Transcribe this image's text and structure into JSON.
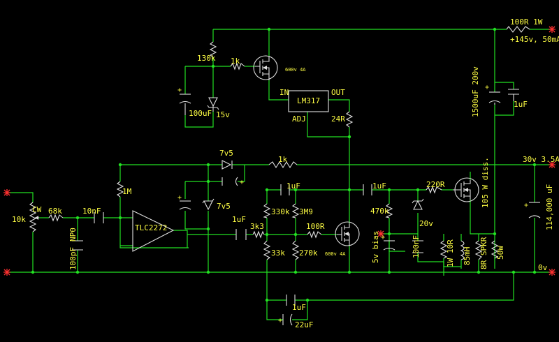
{
  "supply": {
    "hv_resistor": "100R 1W",
    "hv_rail": "+145v, 50mA",
    "lv_rail": "30v 3.5A",
    "ground": "0v"
  },
  "regulator": {
    "name": "LM317",
    "in_pin": "IN",
    "out_pin": "OUT",
    "adj_pin": "ADJ",
    "r_adj": "24R",
    "mosfet_rating": "600v 4A",
    "r_gate": "1k",
    "r_bias": "130k",
    "c_bias": "100uF",
    "zener": "15v"
  },
  "hv_caps": {
    "c_main": "1500uF 200v",
    "c_bypass": "1uF"
  },
  "lv_caps": {
    "c_main": "114,000 uF"
  },
  "input": {
    "pot": "10k",
    "pot_wiper": "CW",
    "r_series": "68k",
    "c_series": "10nF",
    "c_filter": "100pF",
    "c_filter_type": "NP0"
  },
  "opamp": {
    "name": "TLC2272",
    "r_bias": "1M",
    "zener_a": "7v5",
    "zener_b": "7v5",
    "r_feedback": "1k",
    "c_out": "1uF"
  },
  "driver": {
    "c_top": "1uF",
    "r_upper_left": "330k",
    "r_upper_right": "3M9",
    "r_series_in": "3k3",
    "r_gate": "100R",
    "r_lower_left": "33k",
    "r_lower_right": "270k",
    "mosfet_rating": "600v 4A",
    "bias_label": "5v bias"
  },
  "output": {
    "c_couple": "1uF",
    "r_bias": "470k",
    "r_gate": "220R",
    "zener": "20v",
    "c_snub": "100nF",
    "r_snub": "1W 10R",
    "inductor": "85mH",
    "speaker": "8R SPKR",
    "r_load": "50W",
    "dissipation": "105 W diss."
  },
  "bottom_caps": {
    "c_a": "1uF",
    "c_b": "22uF"
  }
}
